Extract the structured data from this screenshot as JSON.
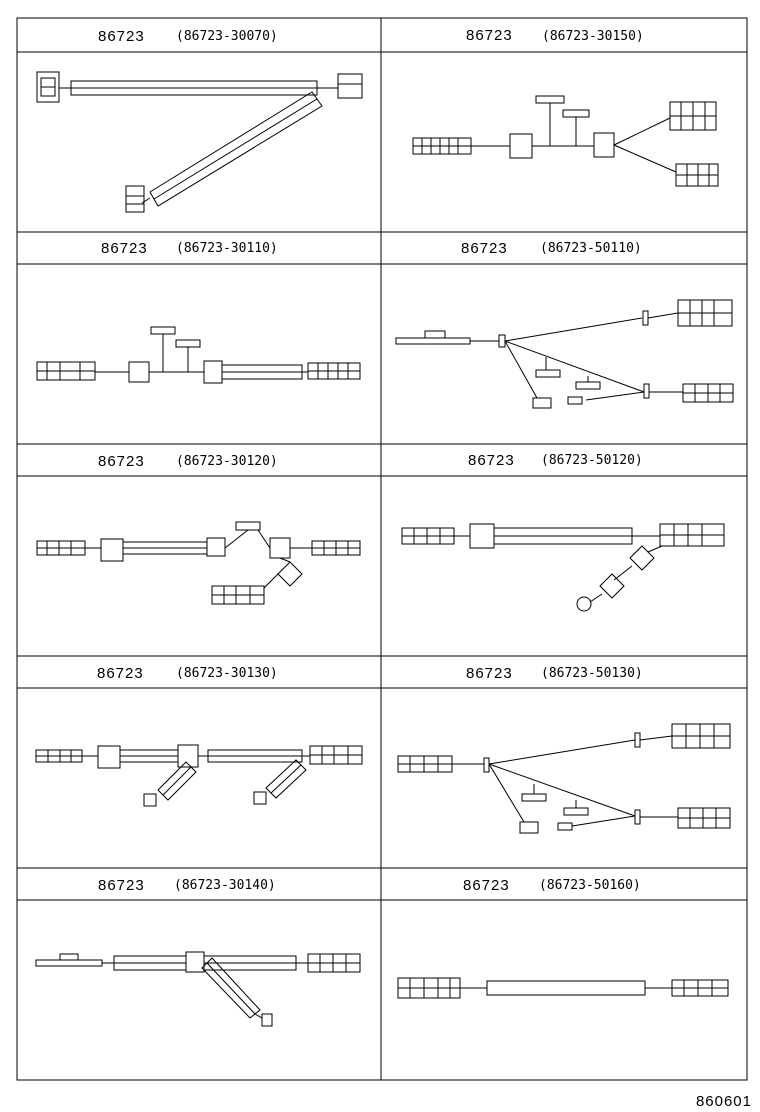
{
  "cells": [
    {
      "number": "86723",
      "part": "(86723-30070)"
    },
    {
      "number": "86723",
      "part": "(86723-30150)"
    },
    {
      "number": "86723",
      "part": "(86723-30110)"
    },
    {
      "number": "86723",
      "part": "(86723-50110)"
    },
    {
      "number": "86723",
      "part": "(86723-30120)"
    },
    {
      "number": "86723",
      "part": "(86723-50120)"
    },
    {
      "number": "86723",
      "part": "(86723-30130)"
    },
    {
      "number": "86723",
      "part": "(86723-50130)"
    },
    {
      "number": "86723",
      "part": "(86723-30140)"
    },
    {
      "number": "86723",
      "part": "(86723-50160)"
    }
  ],
  "figure_code": "860601"
}
